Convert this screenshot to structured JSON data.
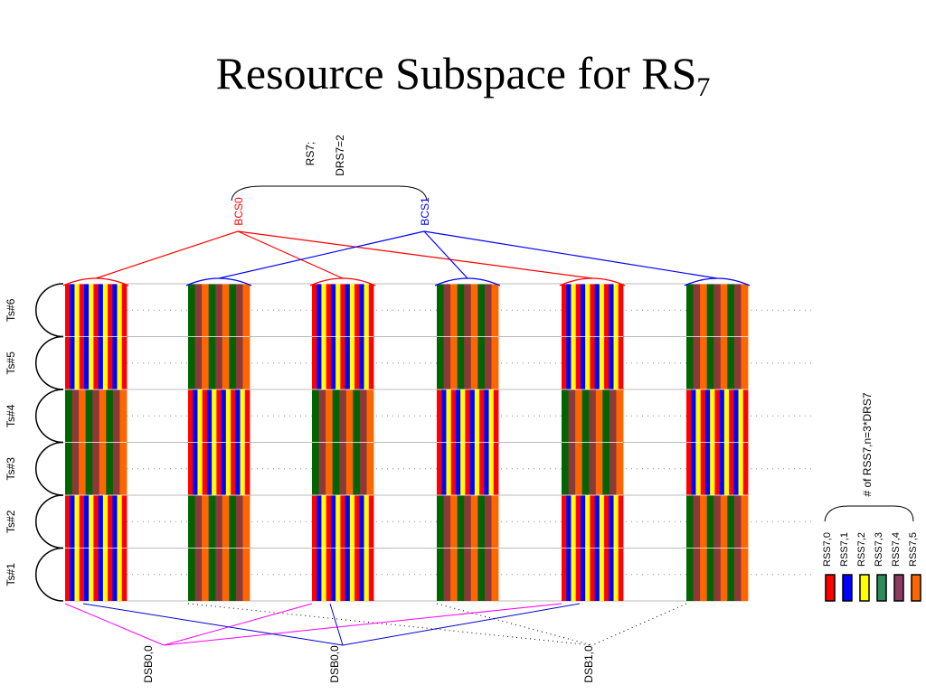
{
  "slide": {
    "title": "Resource Subspace for RS",
    "title_subscript": "7"
  },
  "diagram": {
    "top_label_line1": "RS7;",
    "top_label_line2": "DRS7=2",
    "bcs_labels": [
      "BCS0",
      "BCS1"
    ],
    "time_slot_labels": [
      "Ts#6",
      "Ts#5",
      "Ts#4",
      "Ts#3",
      "Ts#2",
      "Ts#1"
    ],
    "dsb_labels": [
      "DSB0,0",
      "DSB0,0",
      "DSB1,0"
    ],
    "rss_count_label": "# of RSS7,n=3*DRS7",
    "legend": [
      {
        "label": "RSS7,0",
        "color": "#ff0000"
      },
      {
        "label": "RSS7,1",
        "color": "#0000ff"
      },
      {
        "label": "RSS7,2",
        "color": "#ffff00"
      },
      {
        "label": "RSS7,3",
        "color": "#2e8b57"
      },
      {
        "label": "RSS7,4",
        "color": "#8b3a62"
      },
      {
        "label": "RSS7,5",
        "color": "#ff6600"
      }
    ],
    "colors": {
      "bcs0": "#ff0000",
      "bcs1": "#0000ff",
      "dsb_link_a": "#ff00ff",
      "dsb_link_b": "#0000cc",
      "rby": [
        "#ff0000",
        "#0000ff",
        "#ffff00"
      ],
      "gbo": [
        "#006400",
        "#8b3a3a",
        "#ff6600"
      ]
    },
    "column_patterns": [
      [
        "rby",
        "rby",
        "gbo",
        "gbo",
        "rby",
        "rby"
      ],
      [
        "gbo",
        "gbo",
        "rby",
        "rby",
        "gbo",
        "gbo"
      ],
      [
        "rby",
        "rby",
        "gbo",
        "gbo",
        "rby",
        "rby"
      ],
      [
        "gbo",
        "gbo",
        "rby",
        "rby",
        "gbo",
        "gbo"
      ],
      [
        "rby",
        "rby",
        "gbo",
        "gbo",
        "rby",
        "rby"
      ],
      [
        "gbo",
        "gbo",
        "rby",
        "rby",
        "gbo",
        "gbo"
      ]
    ]
  }
}
